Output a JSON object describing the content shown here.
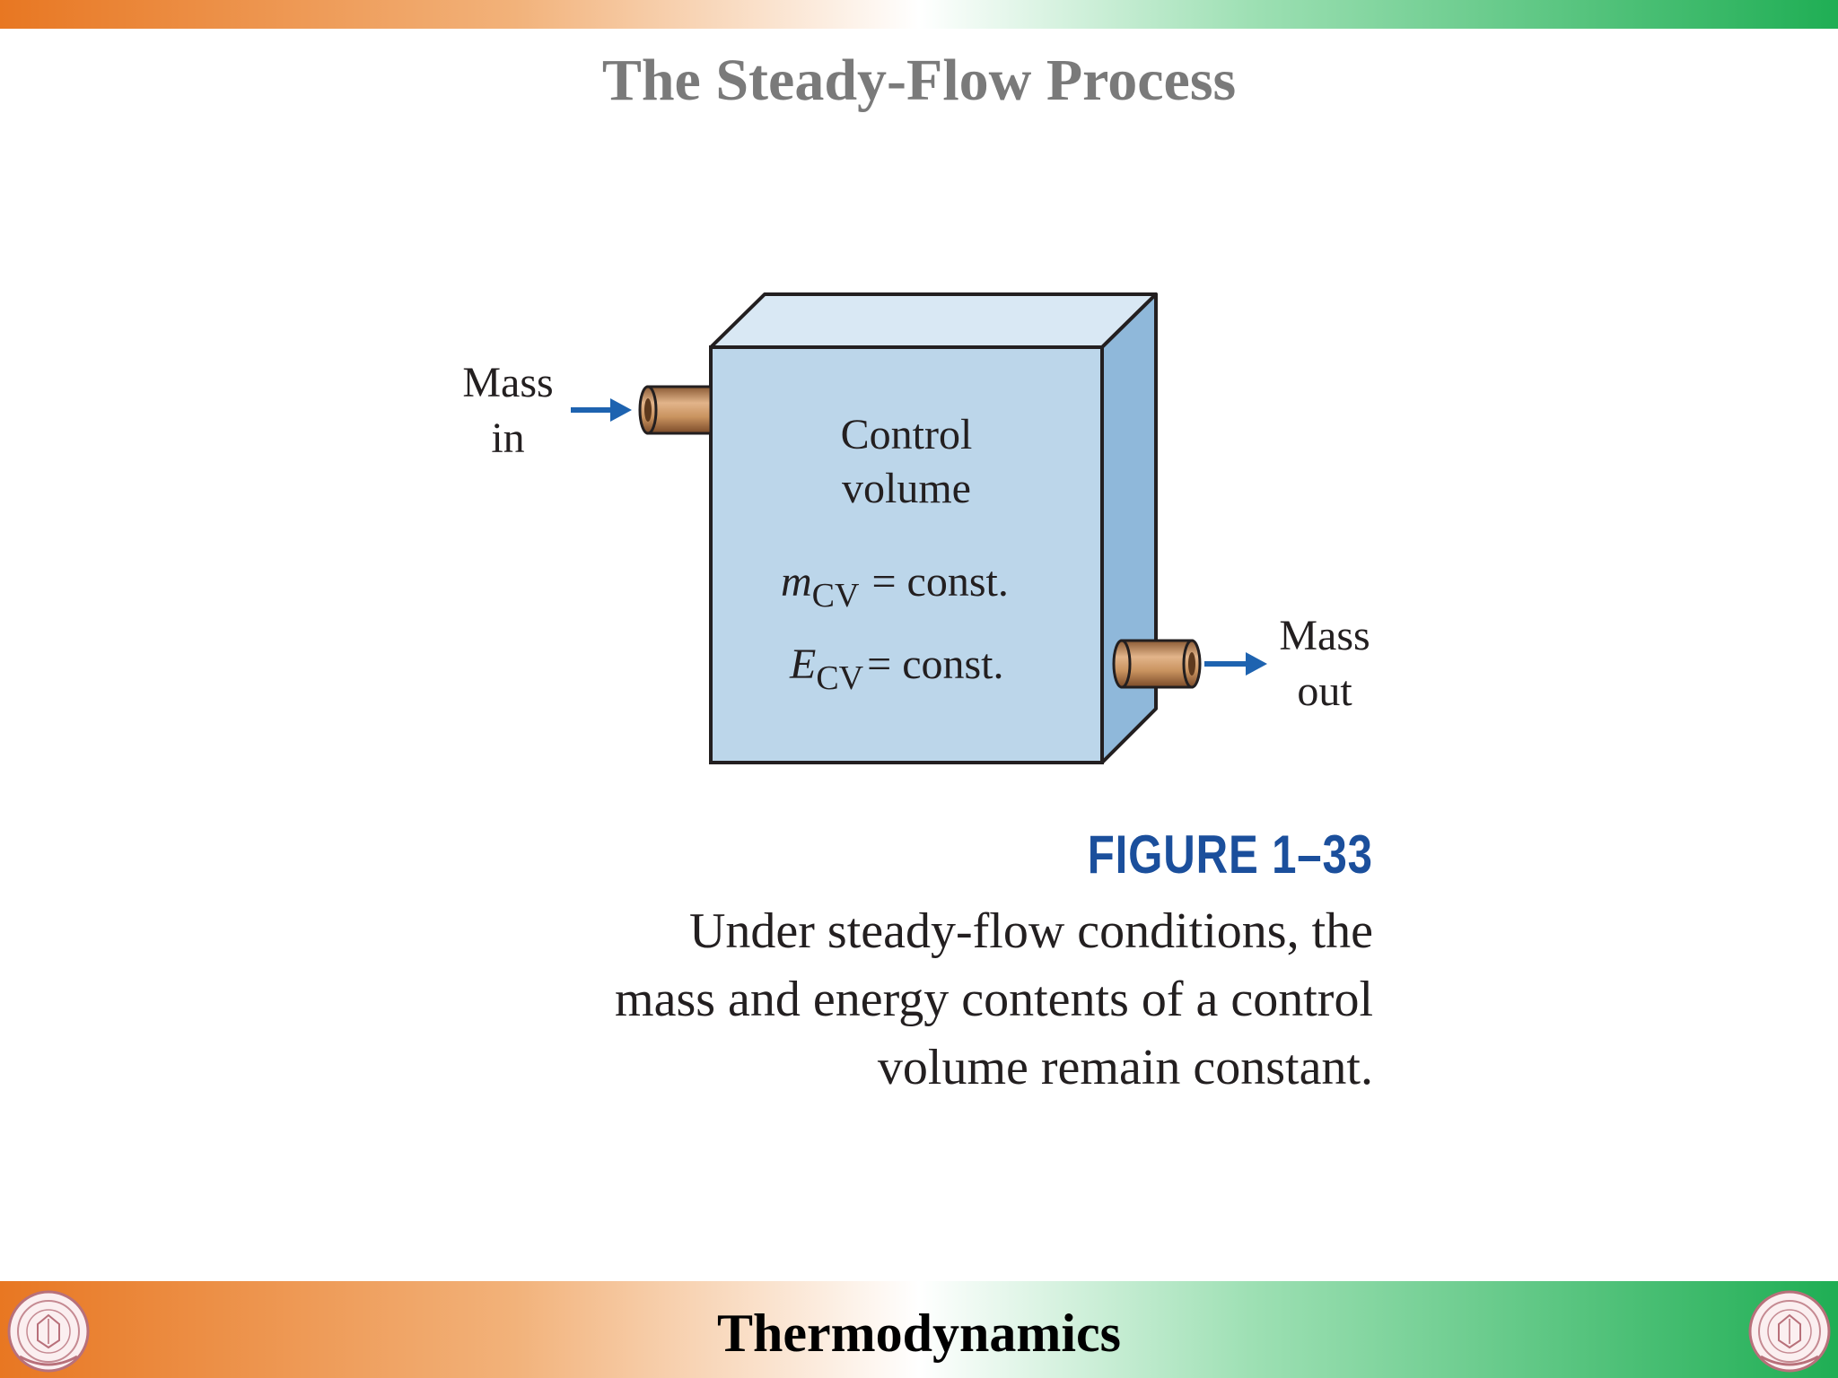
{
  "slide": {
    "title": "The Steady-Flow Process",
    "footer": "Thermodynamics"
  },
  "figure": {
    "inlet_label_line1": "Mass",
    "inlet_label_line2": "in",
    "outlet_label_line1": "Mass",
    "outlet_label_line2": "out",
    "box_label_line1": "Control",
    "box_label_line2": "volume",
    "mass_symbol": "m",
    "energy_symbol": "E",
    "subscript": "CV",
    "equation_rhs": "= const.",
    "number": "FIGURE 1–33",
    "caption_lines": [
      "Under steady-flow conditions, the",
      "mass and energy contents of a control",
      "volume remain constant."
    ]
  },
  "colors": {
    "band_orange": "#e87722",
    "band_green": "#1fae54",
    "title_gray": "#7a7a7a",
    "box_front": "#bcd6ea",
    "box_side": "#8fb8da",
    "box_top": "#d9e8f4",
    "pipe": "#c08a5a",
    "arrow_blue": "#1e63b0",
    "figure_blue": "#1b4f9c"
  },
  "icons": [
    "university-emblem-icon",
    "arrow-right-icon"
  ]
}
